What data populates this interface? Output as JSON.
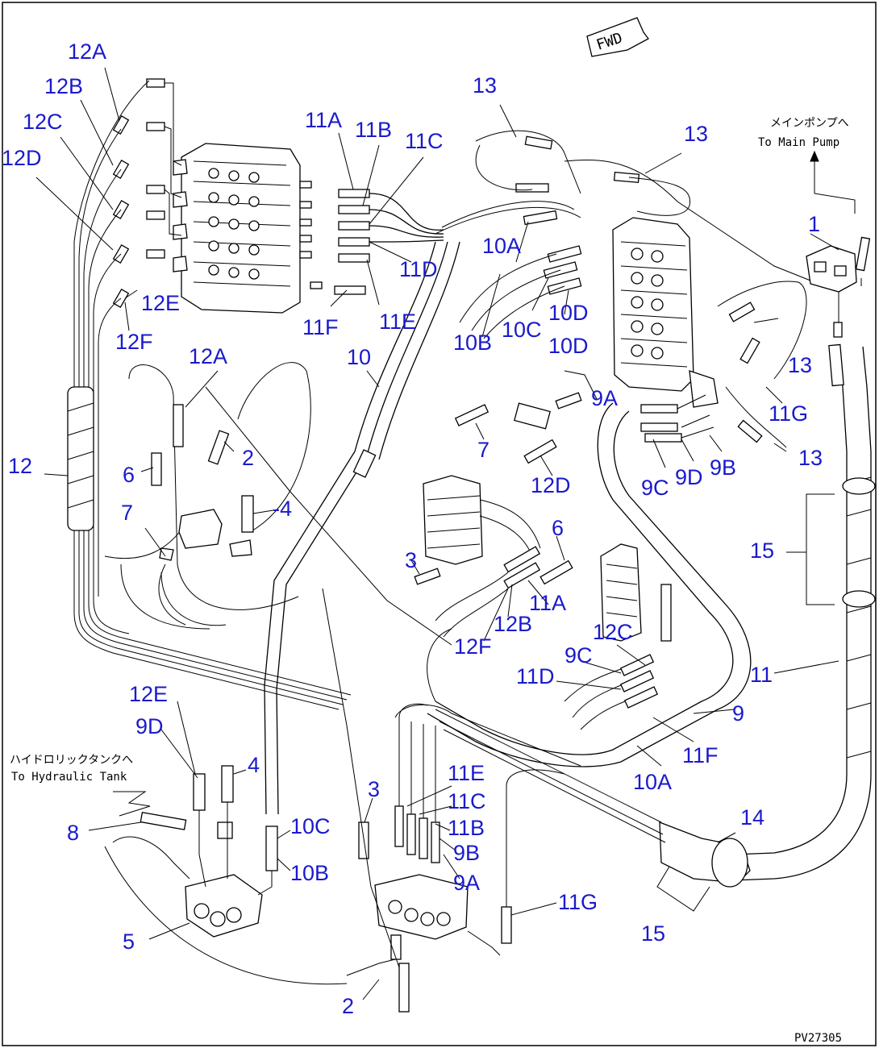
{
  "fwd_label": "FWD",
  "notes": {
    "main_pump_jp": "メインポンプへ",
    "main_pump_en": "To Main Pump",
    "hyd_tank_jp": "ハイドロリックタンクへ",
    "hyd_tank_en": "To Hydraulic Tank"
  },
  "drawing_number": "PV27305",
  "callouts": [
    {
      "id": "c-12a-top",
      "text": "12A"
    },
    {
      "id": "c-12b-top",
      "text": "12B"
    },
    {
      "id": "c-12c-top",
      "text": "12C"
    },
    {
      "id": "c-12d-top",
      "text": "12D"
    },
    {
      "id": "c-12e-top",
      "text": "12E"
    },
    {
      "id": "c-12f-top",
      "text": "12F"
    },
    {
      "id": "c-11a-top",
      "text": "11A"
    },
    {
      "id": "c-11b-top",
      "text": "11B"
    },
    {
      "id": "c-11c-top",
      "text": "11C"
    },
    {
      "id": "c-11d-top",
      "text": "11D"
    },
    {
      "id": "c-11e-top",
      "text": "11E"
    },
    {
      "id": "c-11f-top",
      "text": "11F"
    },
    {
      "id": "c-13-a",
      "text": "13"
    },
    {
      "id": "c-13-b",
      "text": "13"
    },
    {
      "id": "c-13-c",
      "text": "13"
    },
    {
      "id": "c-13-d",
      "text": "13"
    },
    {
      "id": "c-1",
      "text": "1"
    },
    {
      "id": "c-10a-top",
      "text": "10A"
    },
    {
      "id": "c-10b-top",
      "text": "10B"
    },
    {
      "id": "c-10c-top",
      "text": "10C"
    },
    {
      "id": "c-10d-a",
      "text": "10D"
    },
    {
      "id": "c-10d-b",
      "text": "10D"
    },
    {
      "id": "c-10",
      "text": "10"
    },
    {
      "id": "c-12a-mid",
      "text": "12A"
    },
    {
      "id": "c-9a-top",
      "text": "9A"
    },
    {
      "id": "c-11g-top",
      "text": "11G"
    },
    {
      "id": "c-2-top",
      "text": "2"
    },
    {
      "id": "c-12",
      "text": "12"
    },
    {
      "id": "c-6-left",
      "text": "6"
    },
    {
      "id": "c-7-mid",
      "text": "7"
    },
    {
      "id": "c-9c-top",
      "text": "9C"
    },
    {
      "id": "c-9d-top",
      "text": "9D"
    },
    {
      "id": "c-9b-top",
      "text": "9B"
    },
    {
      "id": "c-7-left",
      "text": "7"
    },
    {
      "id": "c-4-top",
      "text": "-4"
    },
    {
      "id": "c-12d-mid",
      "text": "12D"
    },
    {
      "id": "c-15-top",
      "text": "15"
    },
    {
      "id": "c-6-mid",
      "text": "6"
    },
    {
      "id": "c-3-top",
      "text": "3"
    },
    {
      "id": "c-11a-mid",
      "text": "11A"
    },
    {
      "id": "c-12b-mid",
      "text": "12B"
    },
    {
      "id": "c-12c-mid",
      "text": "12C"
    },
    {
      "id": "c-12f-mid",
      "text": "12F"
    },
    {
      "id": "c-9c-mid",
      "text": "9C"
    },
    {
      "id": "c-11d-mid",
      "text": "11D"
    },
    {
      "id": "c-11",
      "text": "11"
    },
    {
      "id": "c-12e-bot",
      "text": "12E"
    },
    {
      "id": "c-9",
      "text": "9"
    },
    {
      "id": "c-9d-bot",
      "text": "9D"
    },
    {
      "id": "c-11f-bot",
      "text": "11F"
    },
    {
      "id": "c-4-bot",
      "text": "4"
    },
    {
      "id": "c-10a-bot",
      "text": "10A"
    },
    {
      "id": "c-11e-bot",
      "text": "11E"
    },
    {
      "id": "c-3-bot",
      "text": "3"
    },
    {
      "id": "c-11c-bot",
      "text": "11C"
    },
    {
      "id": "c-14",
      "text": "14"
    },
    {
      "id": "c-8",
      "text": "8"
    },
    {
      "id": "c-10c-bot",
      "text": "10C"
    },
    {
      "id": "c-11b-bot",
      "text": "11B"
    },
    {
      "id": "c-9b-bot",
      "text": "9B"
    },
    {
      "id": "c-10b-bot",
      "text": "10B"
    },
    {
      "id": "c-9a-bot",
      "text": "9A"
    },
    {
      "id": "c-11g-bot",
      "text": "11G"
    },
    {
      "id": "c-5",
      "text": "5"
    },
    {
      "id": "c-15-bot",
      "text": "15"
    },
    {
      "id": "c-2-bot",
      "text": "2"
    }
  ]
}
